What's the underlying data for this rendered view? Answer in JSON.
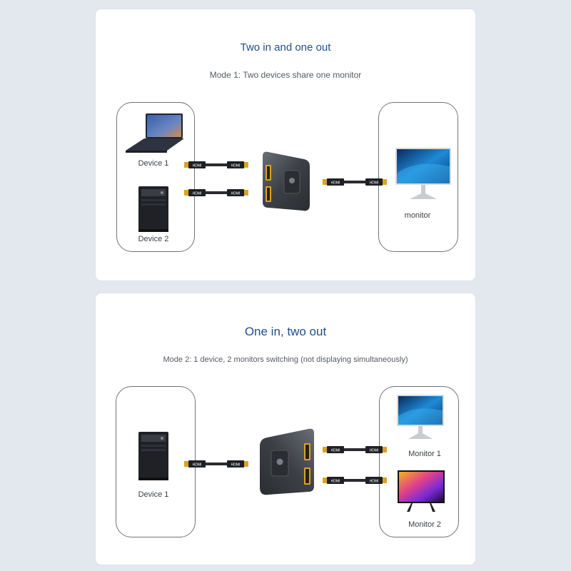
{
  "mode1": {
    "title": "Two in and one out",
    "subtitle": "Mode 1: Two devices share one monitor",
    "left_labels": [
      "Device 1",
      "Device 2"
    ],
    "right_labels": [
      "monitor"
    ]
  },
  "mode2": {
    "title": "One in, two out",
    "subtitle": "Mode 2: 1 device, 2 monitors switching (not displaying simultaneously)",
    "left_labels": [
      "Device 1"
    ],
    "right_labels": [
      "Monitor 1",
      "Monitor 2"
    ]
  },
  "cable_text": "HDMI",
  "colors": {
    "title": "#1f4d8c",
    "gold": "#d9a520",
    "switch_body": "#3c4046"
  }
}
